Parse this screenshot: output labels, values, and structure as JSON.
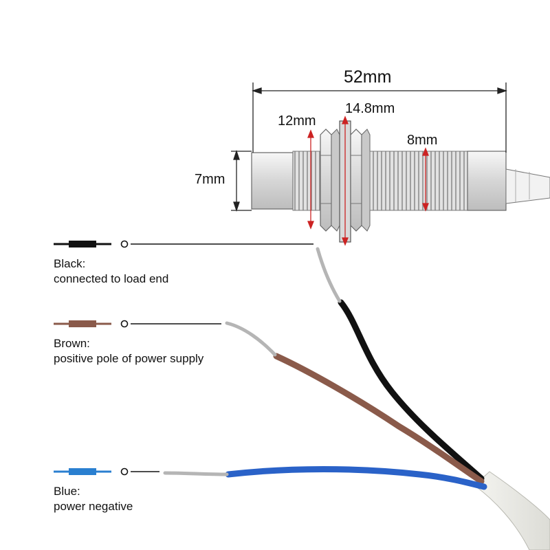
{
  "dimensions": {
    "total_length": "52mm",
    "nut_width": "14.8mm",
    "thread_diameter": "12mm",
    "inner_diameter": "8mm",
    "head_height": "7mm"
  },
  "wires": [
    {
      "color_name": "Black",
      "title": "Black:",
      "description": "connected to load end",
      "color": "#111111"
    },
    {
      "color_name": "Brown",
      "title": "Brown:",
      "description": "positive pole of power supply",
      "color": "#8a5a4a"
    },
    {
      "color_name": "Blue",
      "title": "Blue:",
      "description": "power negative",
      "color": "#2a7fd0"
    }
  ],
  "colors": {
    "dimension_line": "#222222",
    "red_measure": "#cc2222",
    "sensor_body": "#dcdcdc",
    "cable_jacket": "#eeeeea"
  }
}
